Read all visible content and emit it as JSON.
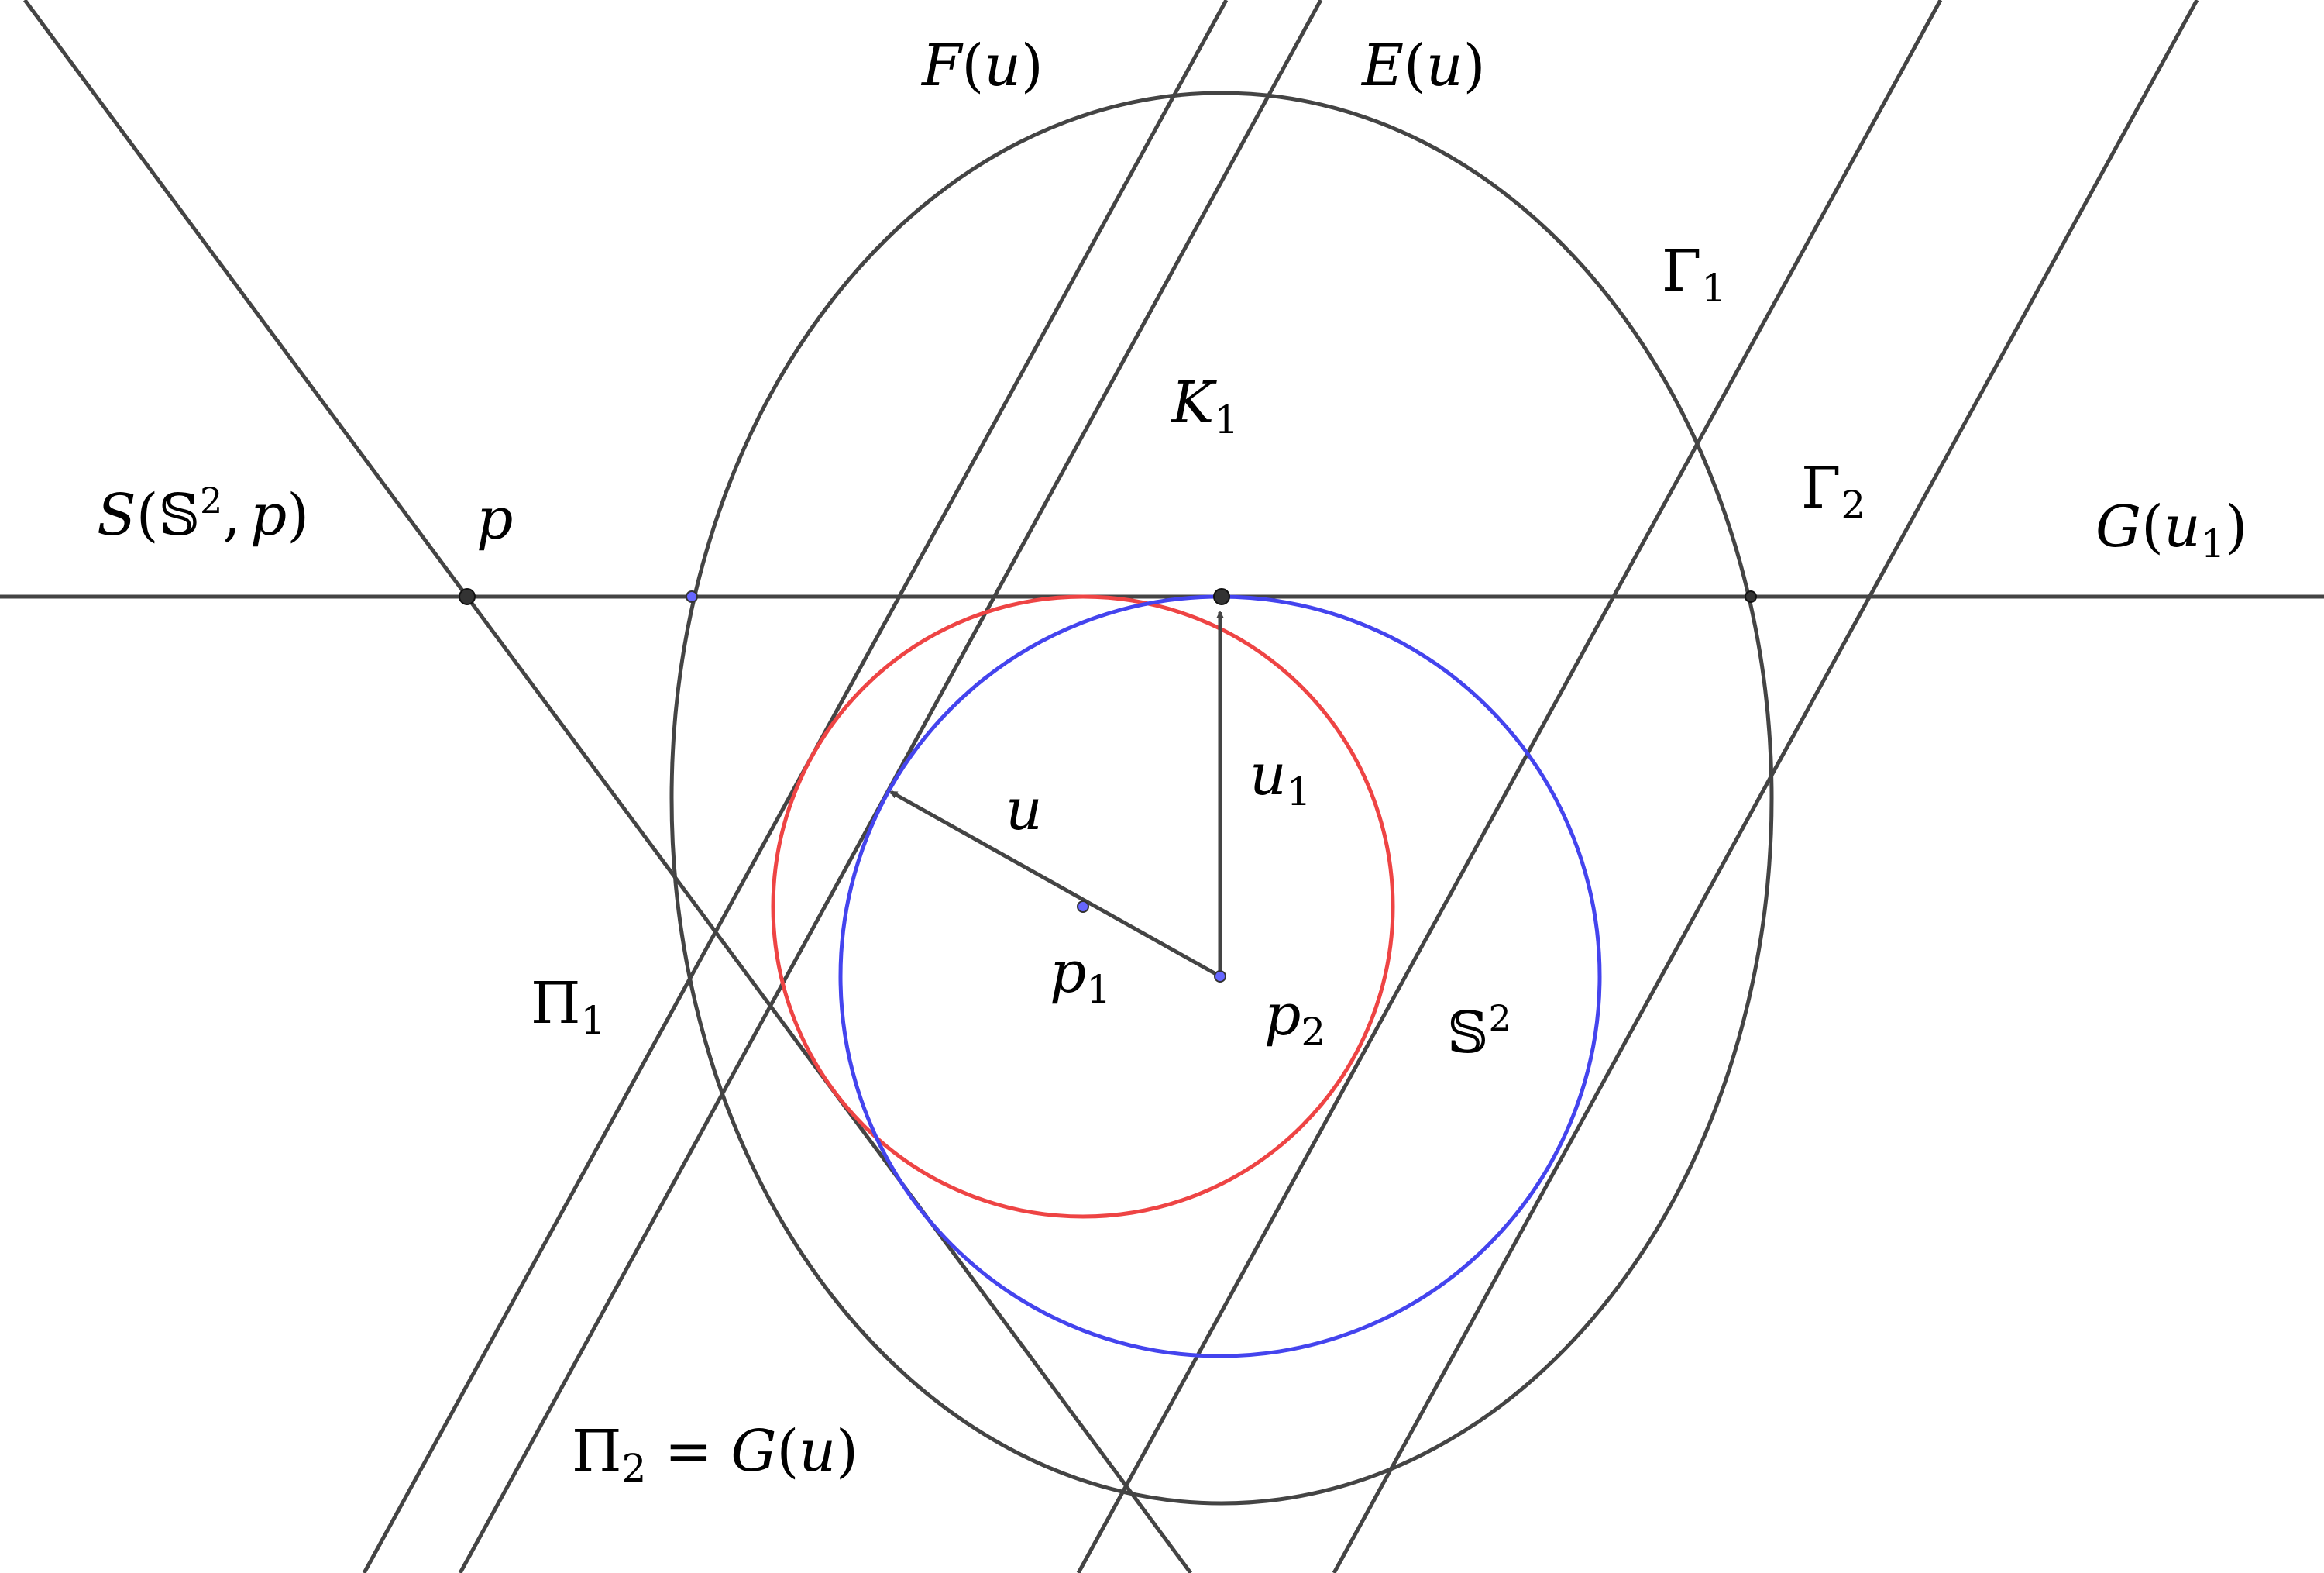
{
  "labels": {
    "F": {
      "main": "F",
      "open": "(",
      "arg": "u",
      "close": ")"
    },
    "E": {
      "main": "E",
      "open": "(",
      "arg": "u",
      "close": ")"
    },
    "Gamma1": {
      "main": "Γ",
      "sub": "1"
    },
    "Gamma2": {
      "main": "Γ",
      "sub": "2"
    },
    "K1": {
      "main": "K",
      "sub": "1"
    },
    "S": {
      "main": "S",
      "open": "(",
      "bb": "𝕊",
      "sup": "2",
      "comma": ",",
      "arg": "p",
      "close": ")"
    },
    "p": {
      "main": "p"
    },
    "G1": {
      "main": "G",
      "open": "(",
      "arg": "u",
      "sub": "1",
      "close": ")"
    },
    "u": {
      "main": "u"
    },
    "u1": {
      "main": "u",
      "sub": "1"
    },
    "p1": {
      "main": "p",
      "sub": "1"
    },
    "p2": {
      "main": "p",
      "sub": "2"
    },
    "S2": {
      "bb": "𝕊",
      "sup": "2"
    },
    "Pi1": {
      "main": "Π",
      "sub": "1"
    },
    "Pi2": {
      "main": "Π",
      "sub": "2",
      "eq": " = ",
      "G": "G",
      "open": "(",
      "arg": "u",
      "close": ")"
    }
  },
  "colors": {
    "line": "#444444",
    "red_circle": "#ee4444",
    "blue_circle": "#4444ee",
    "point_black": "#333333",
    "point_blue": "#6666ff"
  }
}
